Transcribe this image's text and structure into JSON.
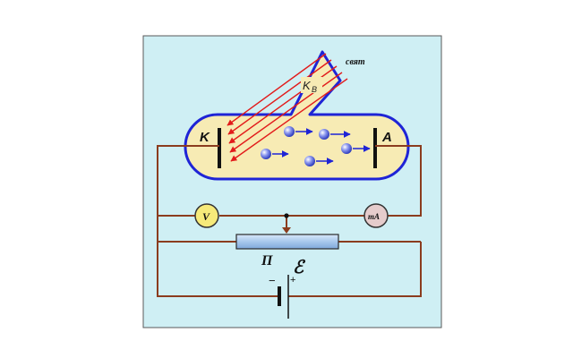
{
  "labels": {
    "light": "свят",
    "quartz_window": "K",
    "quartz_window_sub": "B",
    "cathode": "K",
    "anode": "A",
    "voltmeter": "V",
    "milliammeter": "mA",
    "potentiometer": "П",
    "emf": "ℰ",
    "battery_minus": "−",
    "battery_plus": "+"
  },
  "colors": {
    "panel_bg": "#cfeff4",
    "tube_fill": "#f7ebb4",
    "tube_border": "#1f24d6",
    "wire": "#8b3c1e",
    "light_rays": "#e21b1b",
    "electron": "#3a49d6",
    "voltmeter_fill": "#f6ea7a",
    "milliammeter_fill": "#e6cccc",
    "potentiometer_fill": "#a8c8ec"
  },
  "icons": {
    "electron": "electron-ball-icon",
    "meter": "meter-circle-icon",
    "battery": "battery-icon"
  }
}
